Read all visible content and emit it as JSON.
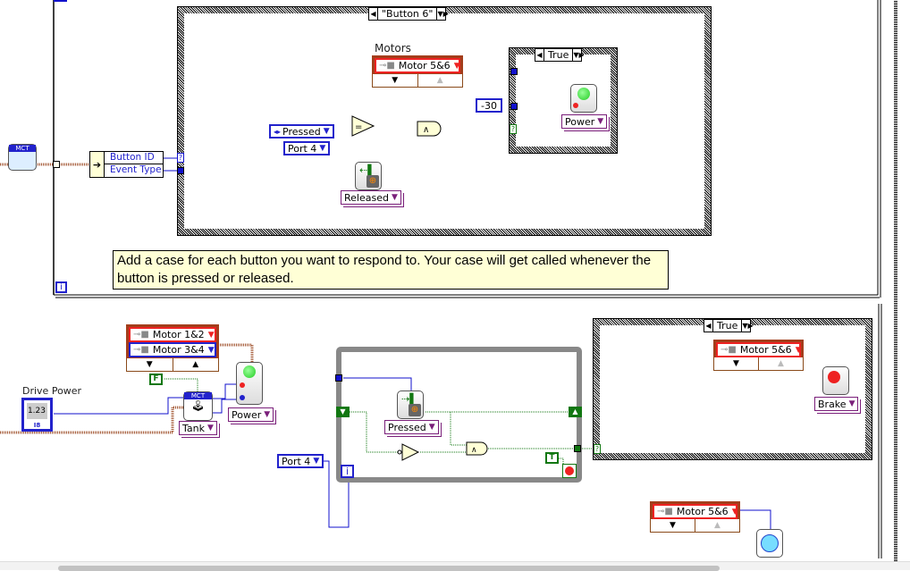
{
  "top_case": {
    "selector_label": "\"Button 6\"",
    "motors_label": "Motors",
    "motor_ring": "Motor 5&6",
    "compare_op": "=",
    "and_op": "∧",
    "pressed_enum": "Pressed",
    "port_enum": "Port 4",
    "released_enum": "Released",
    "constant": "-30",
    "inner_case_selector": "True",
    "power_enum": "Power"
  },
  "event_cluster": {
    "items": [
      "Button ID",
      "Event Type"
    ],
    "mct_label": "MCT"
  },
  "note": {
    "text": "Add a case for each button you want to respond to. Your case will get called whenever the button is pressed or released."
  },
  "loop_index": "i",
  "drive": {
    "label": "Drive Power",
    "numeric_value": "1.23",
    "type_label": "I8",
    "motor_rings": [
      "Motor 1&2",
      "Motor 3&4"
    ],
    "bool_constant": "F",
    "mct_label": "MCT",
    "tank_enum": "Tank",
    "power_enum": "Power"
  },
  "while_loop": {
    "port_enum": "Port 4",
    "pressed_enum": "Pressed",
    "and_op": "∧",
    "true_constant": "T",
    "index_label": "i"
  },
  "bottom_case": {
    "selector_label": "True",
    "motor_ring": "Motor 5&6",
    "brake_enum": "Brake"
  },
  "bottom_motor_ring": "Motor 5&6",
  "colors": {
    "wire_blue": "#1111cc",
    "wire_bool": "#117711",
    "wire_cluster": "#a0522d",
    "ring_red": "#ee2222",
    "note_bg": "#ffffd6"
  }
}
